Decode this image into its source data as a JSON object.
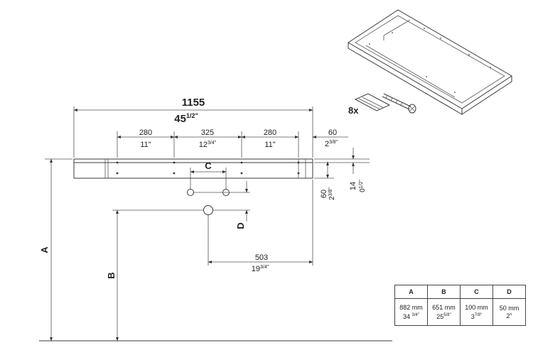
{
  "dims": {
    "total_mm": "1155",
    "total_in": "45",
    "total_in_frac": "1/2\"",
    "seg1_mm": "280",
    "seg1_in": "11\"",
    "seg2_mm": "325",
    "seg2_in": "12",
    "seg2_in_frac": "3/4\"",
    "seg3_mm": "280",
    "seg3_in": "11\"",
    "edge_mm": "60",
    "edge_in": "2",
    "edge_in_frac": "3/8\"",
    "height_mm": "14",
    "height_in": "0",
    "height_in_frac": "1/2\"",
    "depth_mm": "60",
    "depth_in": "2",
    "depth_in_frac": "3/8\"",
    "drain_mm": "503",
    "drain_in": "19",
    "drain_in_frac": "3/4\""
  },
  "labels": {
    "a": "A",
    "b": "B",
    "c": "C",
    "d": "D",
    "qty": "8x"
  },
  "table": {
    "headers": [
      "A",
      "B",
      "C",
      "D"
    ],
    "rows": [
      {
        "mm": "882 mm",
        "in": "34",
        "frac": "3/4\""
      },
      {
        "mm": "651 mm",
        "in": "25",
        "frac": "5/8\""
      },
      {
        "mm": "100 mm",
        "in": "3",
        "frac": "7/8\""
      },
      {
        "mm": "50 mm",
        "in": "2\"",
        "frac": ""
      }
    ]
  }
}
